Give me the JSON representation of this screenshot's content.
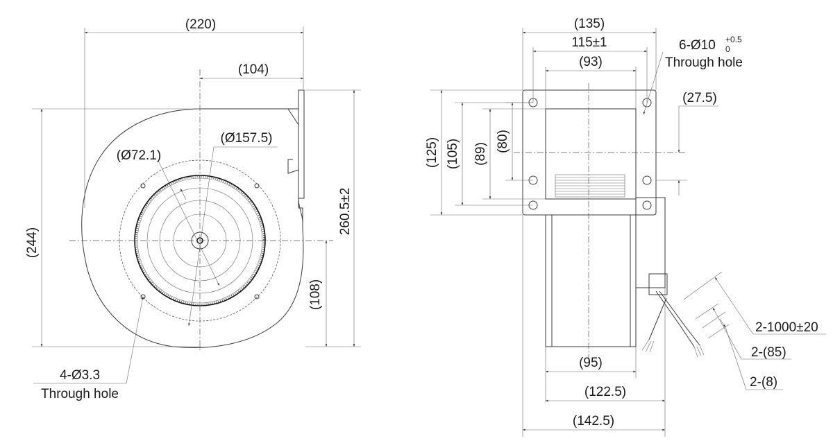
{
  "front_view": {
    "dim_width_total": "(220)",
    "dim_outlet_offset": "(104)",
    "dim_height_total": "(244)",
    "dim_flange_height": "260.5±2",
    "dim_center_height": "(108)",
    "dim_inlet_dia": "(Ø72.1)",
    "dim_housing_dia": "(Ø157.5)",
    "mount_holes_count": "4-Ø3.3",
    "mount_holes_type": "Through hole"
  },
  "side_view": {
    "dim_width_overall": "(135)",
    "dim_hole_pitch": "115±1",
    "dim_opening_width": "(93)",
    "flange_holes_count": "6-Ø10",
    "flange_holes_tol_upper": "+0.5",
    "flange_holes_tol_lower": "0",
    "flange_holes_type": "Through hole",
    "dim_outlet_edge": "(27.5)",
    "dim_flange_height": "(125)",
    "dim_hole_span": "(105)",
    "dim_opening_height": "(89)",
    "dim_center_hole": "(80)",
    "dim_motor_width": "(95)",
    "dim_body_width": "(122.5)",
    "dim_overall_depth": "(142.5)",
    "lead_length": "2-1000±20",
    "lead_strip": "2-(85)",
    "lead_end": "2-(8)"
  }
}
